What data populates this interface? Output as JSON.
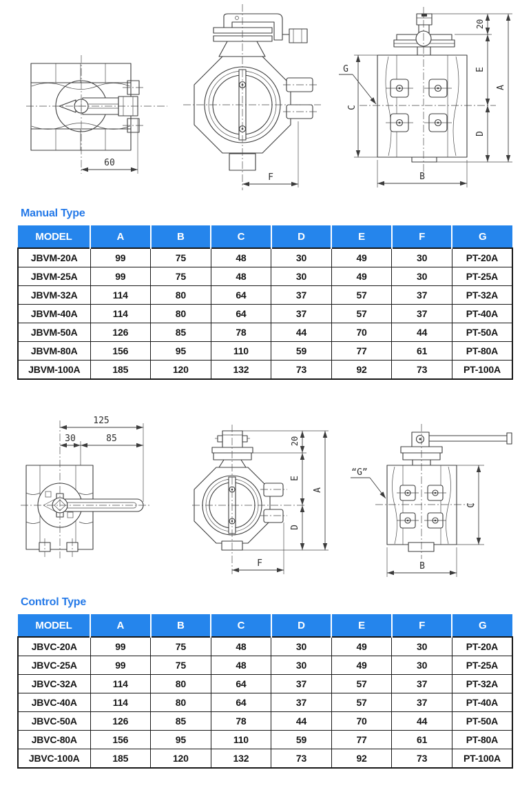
{
  "colors": {
    "accent_heading": "#2479e8",
    "table_header_bg": "#2585ec",
    "table_header_text": "#ffffff",
    "table_border": "#161616",
    "drawing_line": "#3b3b3b"
  },
  "manual": {
    "heading": "Manual Type",
    "columns": [
      "MODEL",
      "A",
      "B",
      "C",
      "D",
      "E",
      "F",
      "G"
    ],
    "rows": [
      [
        "JBVM-20A",
        "99",
        "75",
        "48",
        "30",
        "49",
        "30",
        "PT-20A"
      ],
      [
        "JBVM-25A",
        "99",
        "75",
        "48",
        "30",
        "49",
        "30",
        "PT-25A"
      ],
      [
        "JBVM-32A",
        "114",
        "80",
        "64",
        "37",
        "57",
        "37",
        "PT-32A"
      ],
      [
        "JBVM-40A",
        "114",
        "80",
        "64",
        "37",
        "57",
        "37",
        "PT-40A"
      ],
      [
        "JBVM-50A",
        "126",
        "85",
        "78",
        "44",
        "70",
        "44",
        "PT-50A"
      ],
      [
        "JBVM-80A",
        "156",
        "95",
        "110",
        "59",
        "77",
        "61",
        "PT-80A"
      ],
      [
        "JBVM-100A",
        "185",
        "120",
        "132",
        "73",
        "92",
        "73",
        "PT-100A"
      ]
    ]
  },
  "control": {
    "heading": "Control Type",
    "columns": [
      "MODEL",
      "A",
      "B",
      "C",
      "D",
      "E",
      "F",
      "G"
    ],
    "rows": [
      [
        "JBVC-20A",
        "99",
        "75",
        "48",
        "30",
        "49",
        "30",
        "PT-20A"
      ],
      [
        "JBVC-25A",
        "99",
        "75",
        "48",
        "30",
        "49",
        "30",
        "PT-25A"
      ],
      [
        "JBVC-32A",
        "114",
        "80",
        "64",
        "37",
        "57",
        "37",
        "PT-32A"
      ],
      [
        "JBVC-40A",
        "114",
        "80",
        "64",
        "37",
        "57",
        "37",
        "PT-40A"
      ],
      [
        "JBVC-50A",
        "126",
        "85",
        "78",
        "44",
        "70",
        "44",
        "PT-50A"
      ],
      [
        "JBVC-80A",
        "156",
        "95",
        "110",
        "59",
        "77",
        "61",
        "PT-80A"
      ],
      [
        "JBVC-100A",
        "185",
        "120",
        "132",
        "73",
        "92",
        "73",
        "PT-100A"
      ]
    ]
  },
  "drawings": {
    "manual_top": {
      "dim_width": "60"
    },
    "manual_front": {
      "dim_f": "F"
    },
    "manual_side": {
      "dim_20": "20",
      "dim_e": "E",
      "dim_a": "A",
      "dim_d": "D",
      "dim_c": "C",
      "label_g": "G",
      "dim_b": "B"
    },
    "control_top": {
      "dim_125": "125",
      "dim_30": "30",
      "dim_85": "85"
    },
    "control_front": {
      "dim_20": "20",
      "dim_e": "E",
      "dim_a": "A",
      "dim_d": "D",
      "dim_f": "F"
    },
    "control_side": {
      "label_g": "“G”",
      "dim_c": "C",
      "dim_b": "B"
    }
  }
}
